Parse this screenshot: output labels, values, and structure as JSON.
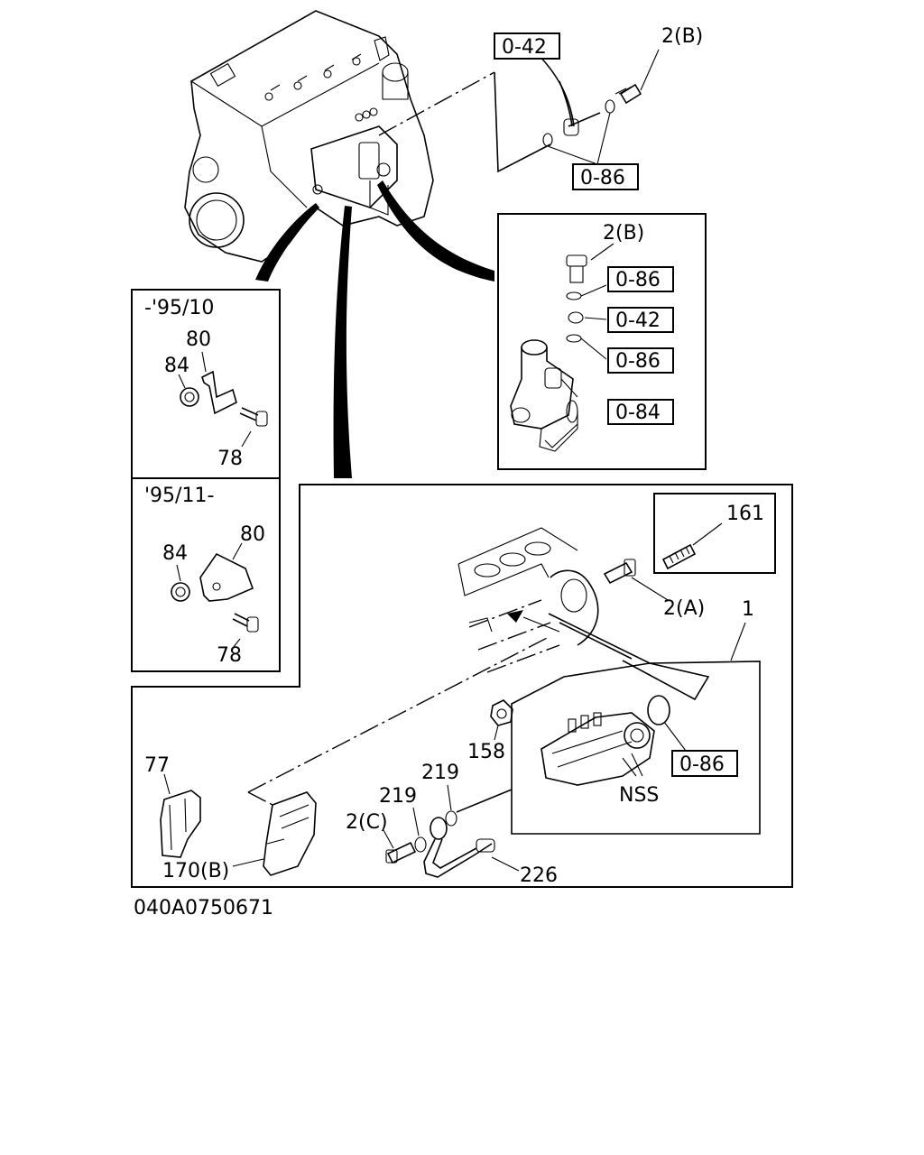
{
  "labels": {
    "ref_0_42_top": "0-42",
    "ref_2b_top": "2(B)",
    "ref_0_86_top": "0-86",
    "ref_2b_detail": "2(B)",
    "ref_0_86_d1": "0-86",
    "ref_0_42_d": "0-42",
    "ref_0_86_d2": "0-86",
    "ref_0_84_d": "0-84",
    "period_a": "-'95/10",
    "period_b": "'95/11-",
    "p80_a": "80",
    "p84_a": "84",
    "p78_a": "78",
    "p80_b": "80",
    "p84_b": "84",
    "p78_b": "78",
    "p161": "161",
    "p2a": "2(A)",
    "p1": "1",
    "p158": "158",
    "p0_86_main": "0-86",
    "p219_a": "219",
    "p219_b": "219",
    "pNSS": "NSS",
    "p77": "77",
    "p2c": "2(C)",
    "p170b": "170(B)",
    "p226": "226"
  },
  "figure_code": "040A0750671"
}
